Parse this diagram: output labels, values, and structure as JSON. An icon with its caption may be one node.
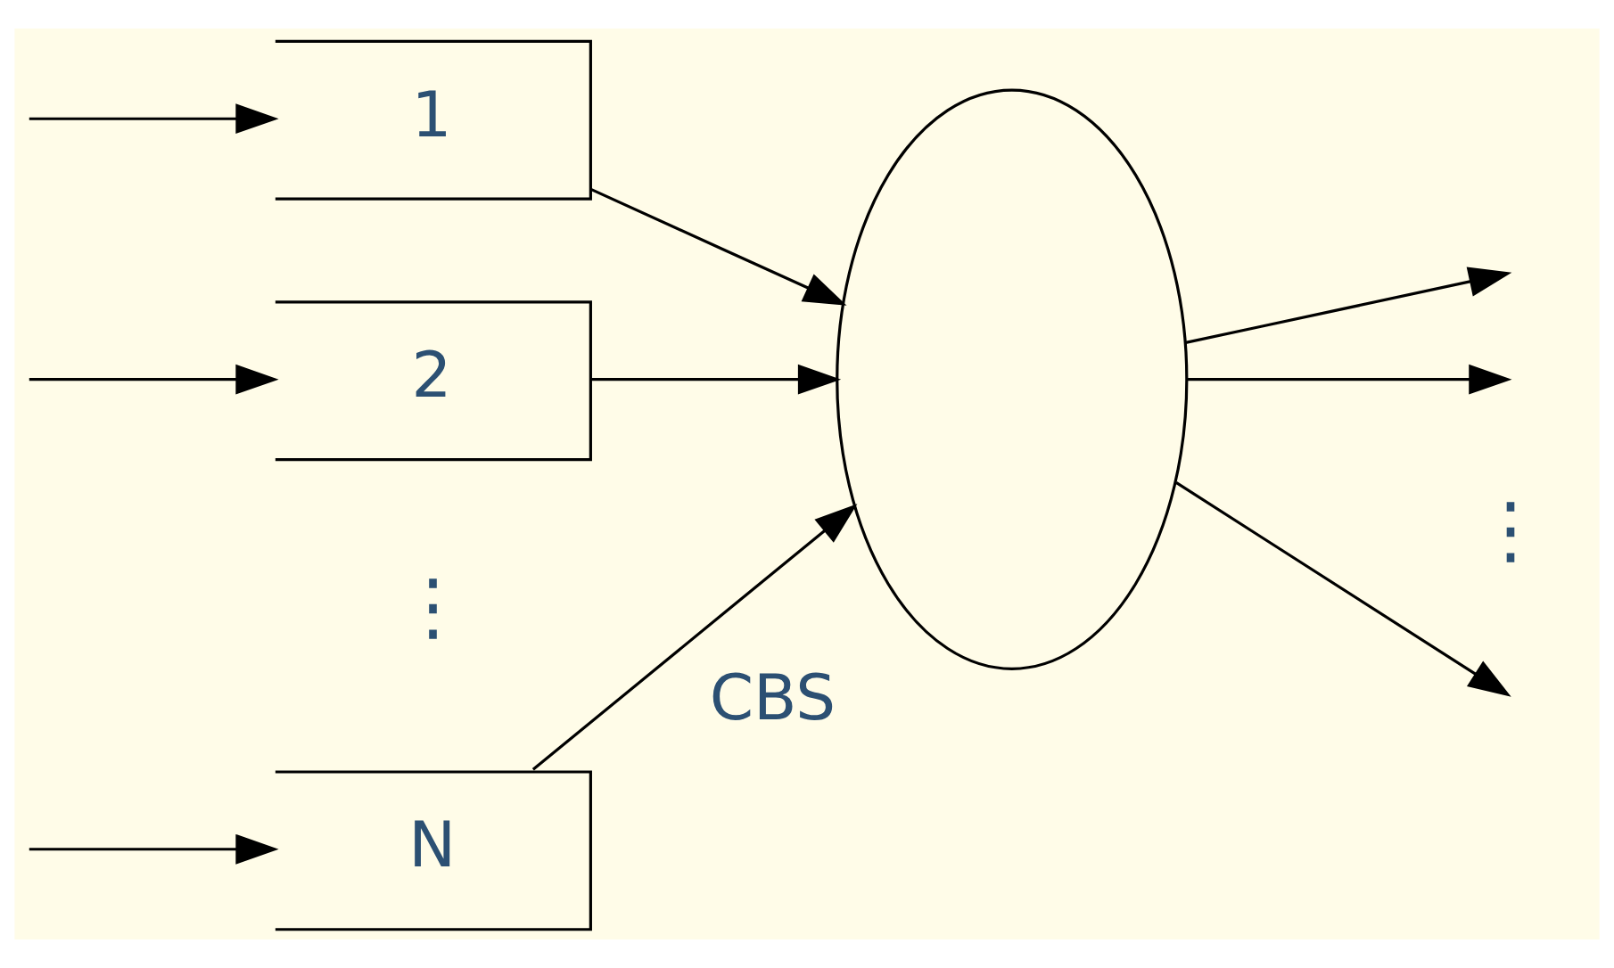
{
  "diagram": {
    "nodes": [
      {
        "text": [
          "1"
        ]
      },
      {
        "text": [
          "2"
        ]
      },
      {
        "text": [
          "N"
        ]
      },
      {
        "text": [],
        "shape": "ellipse",
        "beside": [
          "CBS"
        ]
      }
    ],
    "edges": [
      {
        "from": null,
        "to": 0,
        "arrow": "to"
      },
      {
        "from": null,
        "to": 1,
        "arrow": "to"
      },
      {
        "from": null,
        "to": 2,
        "arrow": "to"
      },
      {
        "from": 0,
        "to": 3,
        "arrow": "to"
      },
      {
        "from": 1,
        "to": 3,
        "arrow": "to"
      },
      {
        "from": 2,
        "to": 3,
        "arrow": "to"
      },
      {
        "from": 3,
        "to": null,
        "arrow": "to"
      },
      {
        "from": 3,
        "to": null,
        "arrow": "to"
      },
      {
        "from": 3,
        "to": null,
        "arrow": "to"
      }
    ],
    "labels": [
      "⋮",
      "⋮"
    ]
  }
}
